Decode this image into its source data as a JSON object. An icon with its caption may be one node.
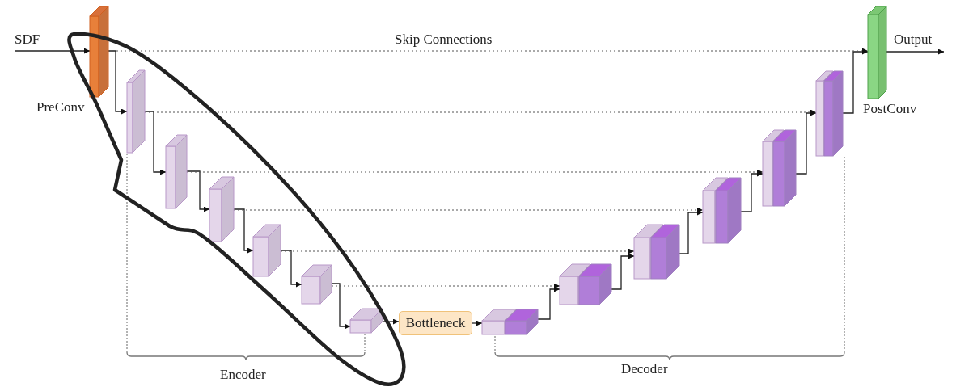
{
  "diagram": {
    "nodes": [
      {
        "text": [
          "SDF"
        ]
      },
      {
        "text": [
          "PreConv"
        ]
      },
      {
        "text": [],
        "shape": "box"
      },
      {
        "text": [],
        "shape": "box"
      },
      {
        "text": [],
        "shape": "box"
      },
      {
        "text": [],
        "shape": "box"
      },
      {
        "text": [],
        "shape": "box"
      },
      {
        "text": [],
        "shape": "box"
      },
      {
        "text": [
          "Bottleneck"
        ]
      },
      {
        "text": [],
        "shape": "box"
      },
      {
        "text": [],
        "shape": "box"
      },
      {
        "text": [],
        "shape": "box"
      },
      {
        "text": [],
        "shape": "box"
      },
      {
        "text": [],
        "shape": "box"
      },
      {
        "text": [],
        "shape": "box"
      },
      {
        "text": [
          "PostConv"
        ]
      },
      {
        "text": [
          "Output"
        ]
      }
    ],
    "edges": [
      {
        "from": 0,
        "to": 1,
        "arrow": "to"
      },
      {
        "from": 1,
        "to": 2,
        "arrow": "to"
      },
      {
        "from": 2,
        "to": 3,
        "arrow": "to"
      },
      {
        "from": 3,
        "to": 4,
        "arrow": "to"
      },
      {
        "from": 4,
        "to": 5,
        "arrow": "to"
      },
      {
        "from": 5,
        "to": 6,
        "arrow": "to"
      },
      {
        "from": 6,
        "to": 7,
        "arrow": "to"
      },
      {
        "from": 7,
        "to": 8,
        "arrow": "to"
      },
      {
        "from": 8,
        "to": 9,
        "arrow": "to"
      },
      {
        "from": 9,
        "to": 10,
        "arrow": "to"
      },
      {
        "from": 10,
        "to": 11,
        "arrow": "to"
      },
      {
        "from": 11,
        "to": 12,
        "arrow": "to"
      },
      {
        "from": 12,
        "to": 13,
        "arrow": "to"
      },
      {
        "from": 13,
        "to": 14,
        "arrow": "to"
      },
      {
        "from": 14,
        "to": 15,
        "arrow": "to"
      },
      {
        "from": 15,
        "to": 16,
        "arrow": "to"
      },
      {
        "from": 1,
        "to": 15,
        "arrow": "to",
        "style": "dashed"
      },
      {
        "from": 2,
        "to": 14,
        "arrow": "to",
        "style": "dashed"
      },
      {
        "from": 3,
        "to": 13,
        "arrow": "to",
        "style": "dashed"
      },
      {
        "from": 4,
        "to": 12,
        "arrow": "to",
        "style": "dashed"
      },
      {
        "from": 5,
        "to": 11,
        "arrow": "to",
        "style": "dashed"
      },
      {
        "from": 6,
        "to": 10,
        "arrow": "to",
        "style": "dashed"
      }
    ],
    "labels": [
      "Skip Connections",
      "Encoder",
      "Decoder"
    ]
  }
}
